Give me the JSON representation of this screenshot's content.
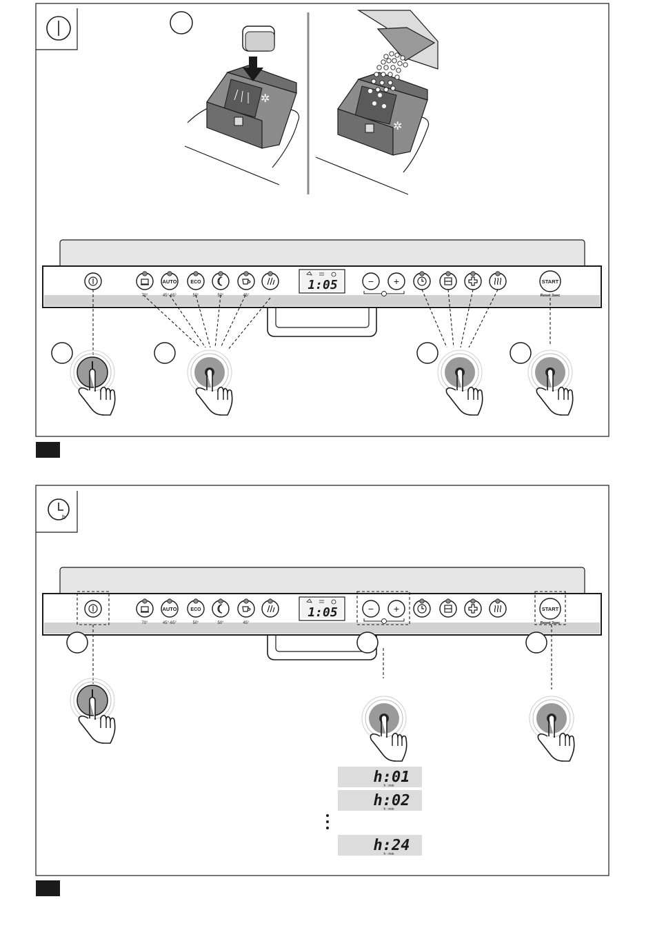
{
  "colors": {
    "line": "#1a1a1a",
    "panel_fill": "#e6e6e6",
    "panel_strip": "#d2d2d2",
    "press_outer": "#bdbdbd",
    "press_inner": "#9a9a9a",
    "press_dot": "#2b2b2b",
    "dispenser_dark": "#6e6e6e",
    "dispenser_mid": "#8c8c8c",
    "display_bg": "#dcdcdc",
    "section_marker": "#1a1a1a"
  },
  "control_panel": {
    "power_icon": "power-icon",
    "program_buttons": [
      {
        "icon": "pots-icon",
        "label": "70°"
      },
      {
        "label": "AUTO",
        "sub": "45°-65°"
      },
      {
        "label": "ECO",
        "sub": "50°"
      },
      {
        "icon": "moon-icon",
        "label": "50°"
      },
      {
        "icon": "cup-icon",
        "label": "45°"
      },
      {
        "icon": "rinse-icon",
        "label": ""
      }
    ],
    "display": {
      "time": "1:05"
    },
    "minus_label": "−",
    "plus_label": "+",
    "option_icons": [
      "delay-clock-icon",
      "half-load-icon",
      "hygiene-plus-icon",
      "drying-icon"
    ],
    "start_label": "START",
    "start_sub": "Reset 3sec"
  },
  "delay_display_sequence": [
    {
      "value": "h:01",
      "unit": "h : min"
    },
    {
      "value": "h:02",
      "unit": "h : min"
    },
    {
      "value": "h:24",
      "unit": "h : min"
    }
  ]
}
